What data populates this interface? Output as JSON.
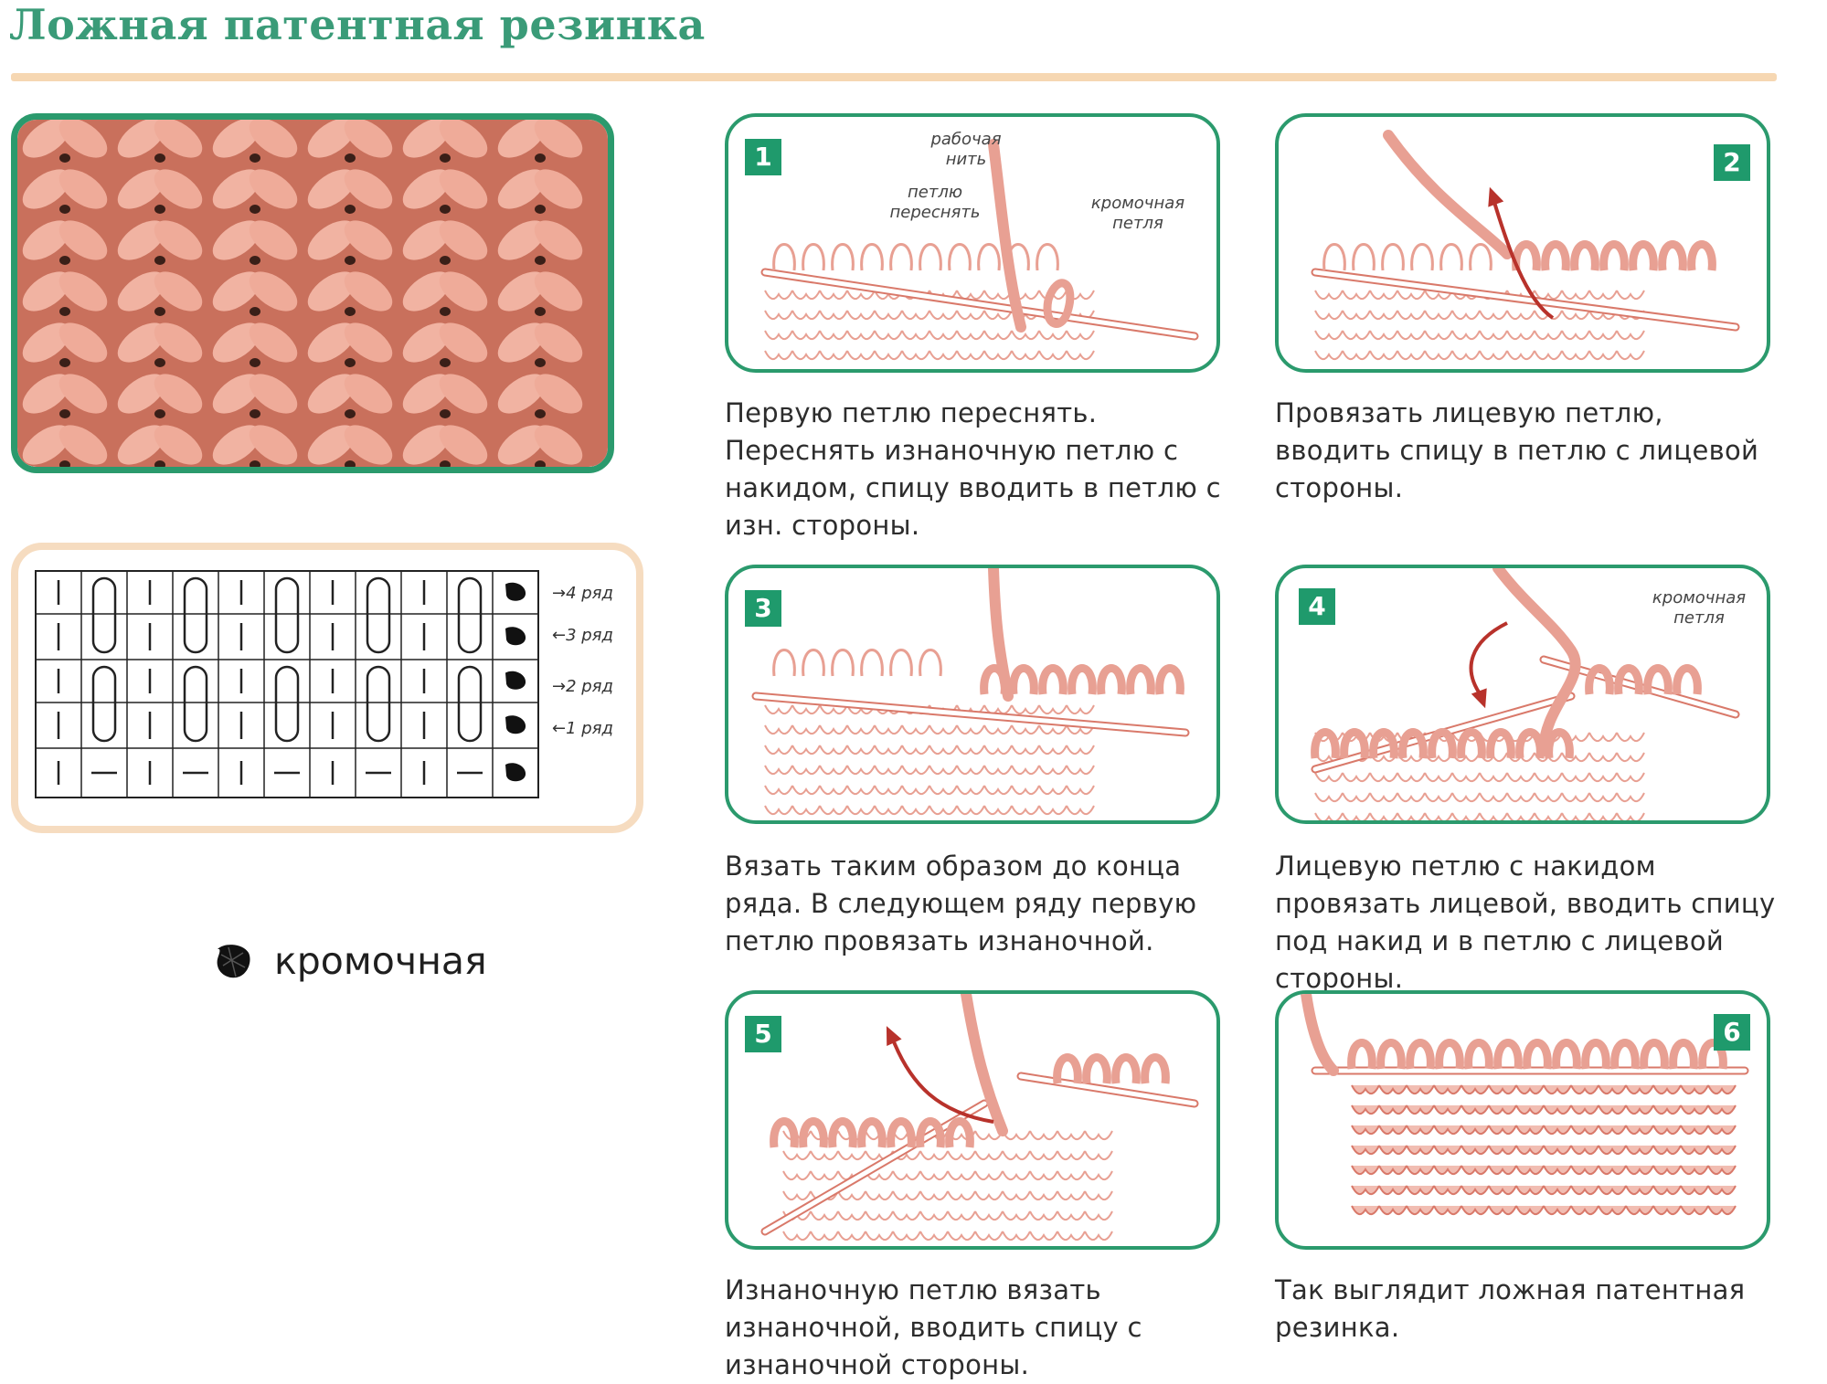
{
  "title": "Ложная патентная резинка",
  "chart": {
    "row_labels": [
      "→4 ряд",
      "←3 ряд",
      "→2 ряд",
      "←1 ряд"
    ]
  },
  "legend": {
    "label": "кромочная"
  },
  "steps": [
    {
      "number": "1",
      "callouts": [
        "рабочая нить",
        "петлю переснять",
        "кромочная петля"
      ],
      "caption": "Первую петлю переснять. Переснять изнаночную петлю с накидом, спицу вводить в петлю с изн. стороны."
    },
    {
      "number": "2",
      "callouts": [],
      "caption": "Провязать лицевую петлю, вводить спицу в петлю с лицевой стороны."
    },
    {
      "number": "3",
      "callouts": [],
      "caption": "Вязать таким образом до конца ряда. В следующем ряду первую петлю провязать изнаночной."
    },
    {
      "number": "4",
      "callouts": [
        "кромочная петля"
      ],
      "caption": "Лицевую петлю с накидом провязать лицевой, вводить спицу под накид и в петлю с лицевой стороны."
    },
    {
      "number": "5",
      "callouts": [],
      "caption": "Изнаночную петлю вязать изнаночной, вводить спицу с изнаночной стороны."
    },
    {
      "number": "6",
      "callouts": [],
      "caption": "Так выглядит ложная патентная резинка."
    }
  ],
  "colors": {
    "accent_green": "#2b9a6d",
    "title_green": "#3a9b78",
    "peach": "#f6dcc0",
    "yarn": "#e8a093",
    "arrow_red": "#b8322b"
  },
  "icons": {
    "edge_stitch": "edge-stitch-icon"
  }
}
